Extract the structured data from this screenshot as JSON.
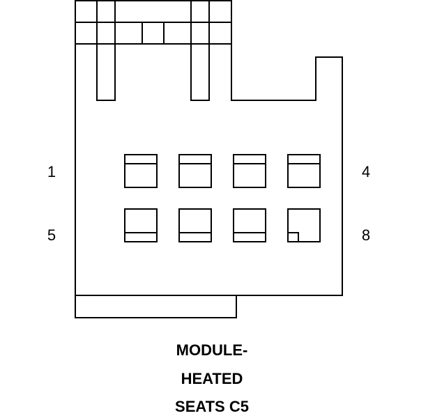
{
  "pin_labels": {
    "top_left": "1",
    "top_right": "4",
    "bottom_left": "5",
    "bottom_right": "8"
  },
  "caption": {
    "line1": "MODULE-",
    "line2": "HEATED",
    "line3": "SEATS C5"
  },
  "colors": {
    "line": "#000000",
    "background": "#ffffff"
  }
}
